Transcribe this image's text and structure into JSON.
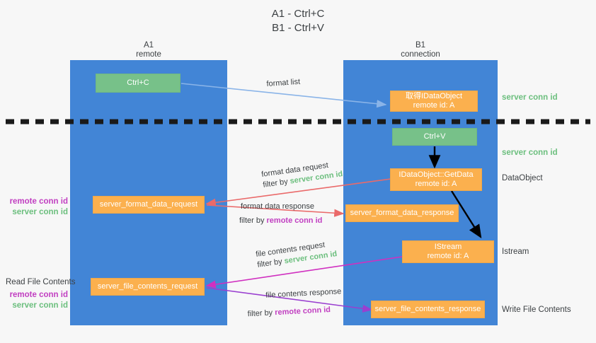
{
  "title": {
    "line1": "A1 - Ctrl+C",
    "line2": "B1 - Ctrl+V"
  },
  "lanes": [
    {
      "name": "A1",
      "sub": "remote",
      "color": "#4285d6"
    },
    {
      "name": "B1",
      "sub": "connection",
      "color": "#4285d6"
    }
  ],
  "colors": {
    "lane": "#4285d6",
    "green_node": "#77c189",
    "orange_node": "#fbb04e",
    "green_text": "#6cbf7e",
    "purple_text": "#c13fc1",
    "blue_arrow": "#8ab4e8",
    "red_arrow": "#ea6a6a",
    "black_arrow": "#000000",
    "magenta_arrow": "#d030c0",
    "purple_arrow": "#9a3fd0",
    "background": "#f7f7f7"
  },
  "nodes": {
    "ctrl_c": {
      "label": "Ctrl+C",
      "sub": ""
    },
    "idataobject": {
      "label": "取得IDataObject",
      "sub": "remote id: A"
    },
    "ctrl_v": {
      "label": "Ctrl+V",
      "sub": ""
    },
    "getdata": {
      "label": "IDataObject::GetData",
      "sub": "remote id: A"
    },
    "format_data_request": {
      "label": "server_format_data_request",
      "sub": ""
    },
    "format_data_response": {
      "label": "server_format_data_response",
      "sub": ""
    },
    "istream": {
      "label": "IStream",
      "sub": "remote id: A"
    },
    "file_contents_request": {
      "label": "server_file_contents_request",
      "sub": ""
    },
    "file_contents_response": {
      "label": "server_file_contents_response",
      "sub": ""
    }
  },
  "right_labels": [
    {
      "text": "server conn id",
      "style": "green"
    },
    {
      "text": "server conn id",
      "style": "green"
    },
    {
      "text": "DataObject",
      "style": "plain"
    },
    {
      "text": "Istream",
      "style": "plain"
    },
    {
      "text": "Write File Contents",
      "style": "plain"
    }
  ],
  "left_labels": {
    "group1": {
      "remote": "remote conn id",
      "server": "server conn id"
    },
    "read_file_contents": "Read File Contents",
    "group2": {
      "remote": "remote conn id",
      "server": "server conn id"
    }
  },
  "edges": [
    {
      "id": "format-list",
      "label": "format list",
      "filter_prefix": "",
      "filter_value": "",
      "filter_style": ""
    },
    {
      "id": "format-data-request",
      "label": "format data request",
      "filter_prefix": "filter by ",
      "filter_value": "server conn id",
      "filter_style": "green"
    },
    {
      "id": "format-data-response",
      "label": "format data response",
      "filter_prefix": "filter by ",
      "filter_value": "remote conn id",
      "filter_style": "purple"
    },
    {
      "id": "file-contents-request",
      "label": "file contents request",
      "filter_prefix": "filter by ",
      "filter_value": "server conn id",
      "filter_style": "green"
    },
    {
      "id": "file-contents-response",
      "label": "file contents response",
      "filter_prefix": "filter by ",
      "filter_value": "remote conn id",
      "filter_style": "purple"
    }
  ]
}
